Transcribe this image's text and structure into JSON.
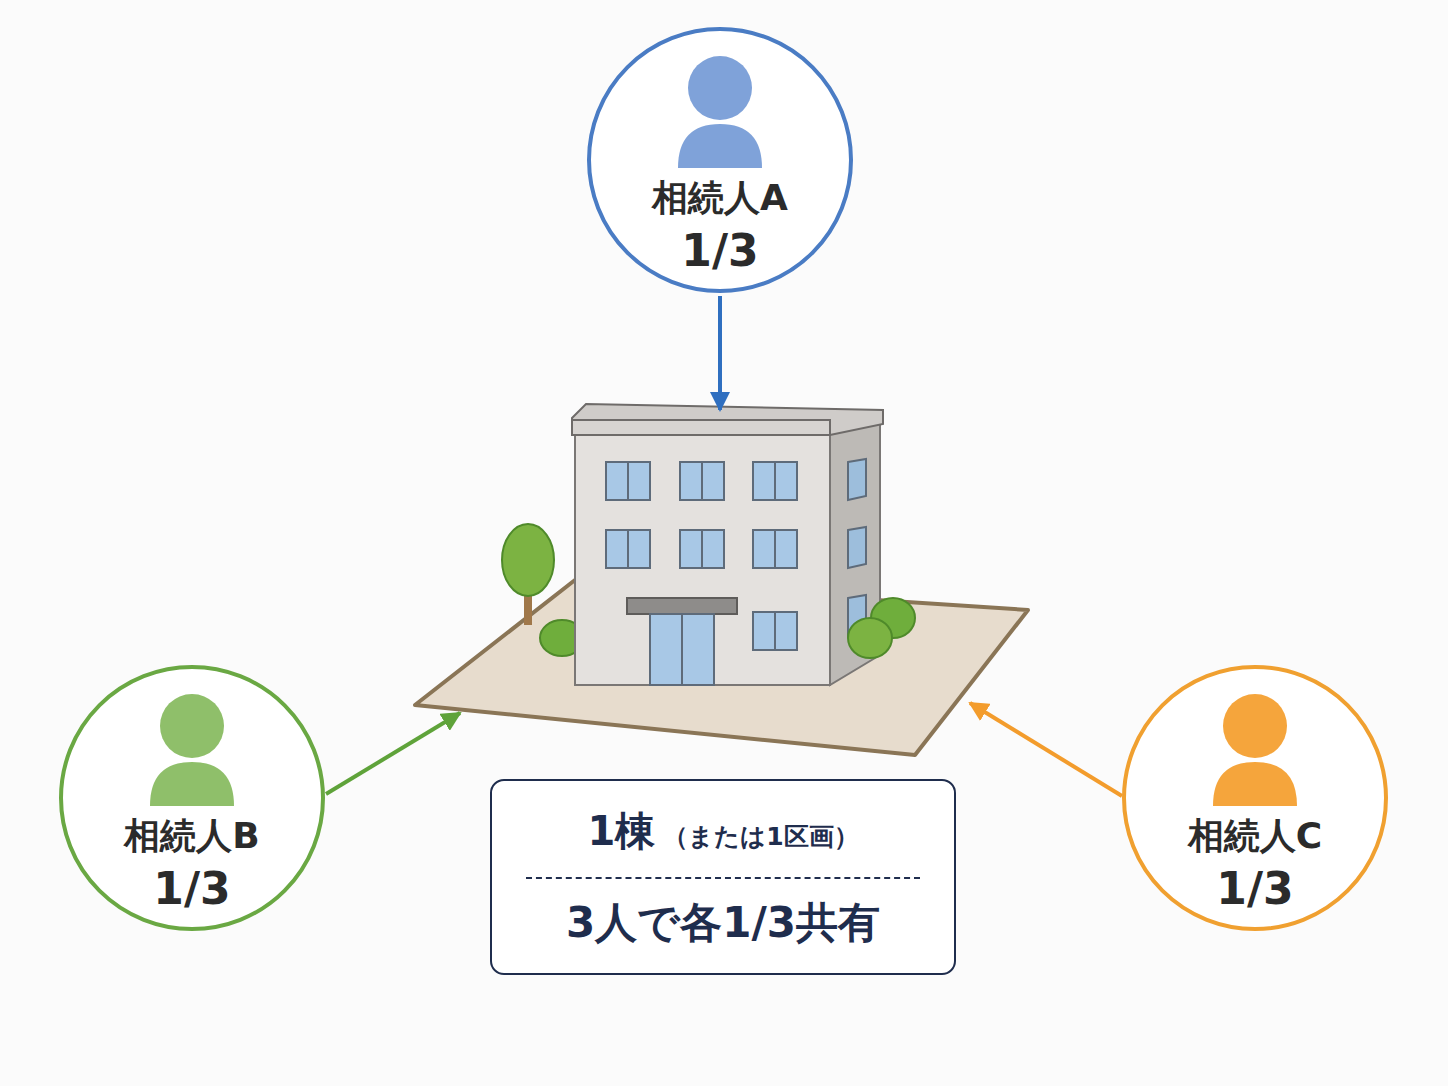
{
  "diagram": {
    "nodes": [
      {
        "text": [
          "相続人A",
          "1/3"
        ]
      },
      {
        "text": [
          "相続人B",
          "1/3"
        ]
      },
      {
        "text": [
          "相続人C",
          "1/3"
        ]
      },
      {
        "text": [
          "1棟",
          "（または1区画）",
          "3人で各1/3共有"
        ]
      }
    ]
  }
}
